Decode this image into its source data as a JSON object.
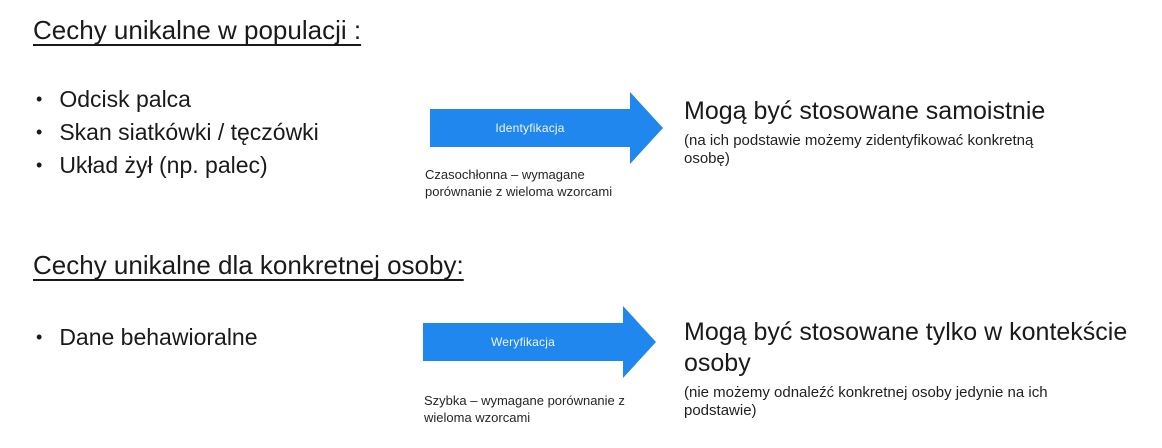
{
  "colors": {
    "arrow_blue": "#1f87ee",
    "arrow_label_text": "#eef5fe",
    "text": "#1a1a1a"
  },
  "sections": [
    {
      "heading": "Cechy unikalne w populacji :",
      "bullets": [
        "Odcisk palca",
        "Skan siatkówki / tęczówki",
        "Układ żył (np. palec)"
      ],
      "arrow": {
        "label": "Identyfikacja",
        "caption": "Czasochłonna – wymagane porównanie z wieloma wzorcami"
      },
      "result": {
        "main": "Mogą być stosowane samoistnie",
        "note": "(na ich podstawie możemy zidentyfikować konkretną osobę)"
      }
    },
    {
      "heading": "Cechy unikalne dla konkretnej osoby:",
      "bullets": [
        "Dane behawioralne"
      ],
      "arrow": {
        "label": "Weryfikacja",
        "caption": "Szybka – wymagane porównanie z wieloma wzorcami"
      },
      "result": {
        "main": "Mogą być stosowane tylko w kontekście osoby",
        "note": "(nie możemy odnaleźć konkretnej osoby jedynie na ich podstawie)"
      }
    }
  ],
  "bullet_glyph": "•"
}
